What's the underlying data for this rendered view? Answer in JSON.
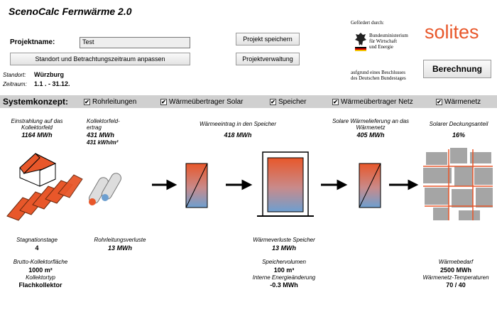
{
  "app": {
    "title": "ScenoCalc Fernwärme 2.0"
  },
  "project": {
    "name_label": "Projektname:",
    "name_value": "Test",
    "save_button": "Projekt speichern",
    "location_button": "Standort und Betrachtungszeitraum anpassen",
    "manage_button": "Projektverwaltung",
    "standort_label": "Standort:",
    "standort_value": "Würzburg",
    "zeitraum_label": "Zeitraum:",
    "zeitraum_value": "1.1 . - 31.12."
  },
  "sponsor": {
    "gefoerdert": "Gefördert durch:",
    "ministry_line1": "Bundesministerium",
    "ministry_line2": "für Wirtschaft",
    "ministry_line3": "und Energie",
    "beschluss_line1": "aufgrund eines Beschlusses",
    "beschluss_line2": "des Deutschen Bundestages",
    "logo": "solites",
    "calc_button": "Berechnung"
  },
  "system": {
    "label": "Systemkonzept:",
    "checkboxes": [
      {
        "label": "Rohrleitungen",
        "checked": true
      },
      {
        "label": "Wärmeübertrager Solar",
        "checked": true
      },
      {
        "label": "Speicher",
        "checked": true
      },
      {
        "label": "Wärmeübertrager Netz",
        "checked": true
      },
      {
        "label": "Wärmenetz",
        "checked": true
      }
    ],
    "check_glyph": "✔"
  },
  "results": {
    "einstrahlung_label1": "Einstrahlung auf das",
    "einstrahlung_label2": "Kollektorfeld",
    "einstrahlung_value": "1164 MWh",
    "ertrag_label1": "Kollektorfeld-",
    "ertrag_label2": "ertrag",
    "ertrag_value1": "431 MWh",
    "ertrag_value2": "431 kWh/m²",
    "eintrag_label": "Wärmeeintrag in den Speicher",
    "eintrag_value": "418 MWh",
    "lieferung_label1": "Solare Wärmelieferung an das",
    "lieferung_label2": "Wärmenetz",
    "lieferung_value": "405 MWh",
    "deckung_label": "Solarer Deckungsanteil",
    "deckung_value": "16%",
    "stagnation_label": "Stagnationstage",
    "stagnation_value": "4",
    "rohr_label": "Rohrleitungsverluste",
    "rohr_value": "13 MWh",
    "speicherverl_label": "Wärmeverluste Speicher",
    "speicherverl_value": "13 MWh",
    "flaeche_label": "Brutto-Kollektorfläche",
    "flaeche_value": "1000 m²",
    "typ_label": "Kollektortyp",
    "typ_value": "Flachkollektor",
    "volumen_label": "Speichervolumen",
    "volumen_value": "100 m³",
    "energie_label": "Interne Energieänderung",
    "energie_value": "-0.3 MWh",
    "bedarf_label": "Wärmebedarf",
    "bedarf_value": "2500 MWh",
    "temp_label": "Wärmenetz-Temperaturen",
    "temp_value": "70 / 40"
  },
  "colors": {
    "accent_orange": "#e8572a",
    "accent_blue": "#6d9fd0",
    "system_bar": "#d0d0d0",
    "network_gray": "#a5a5a5"
  }
}
